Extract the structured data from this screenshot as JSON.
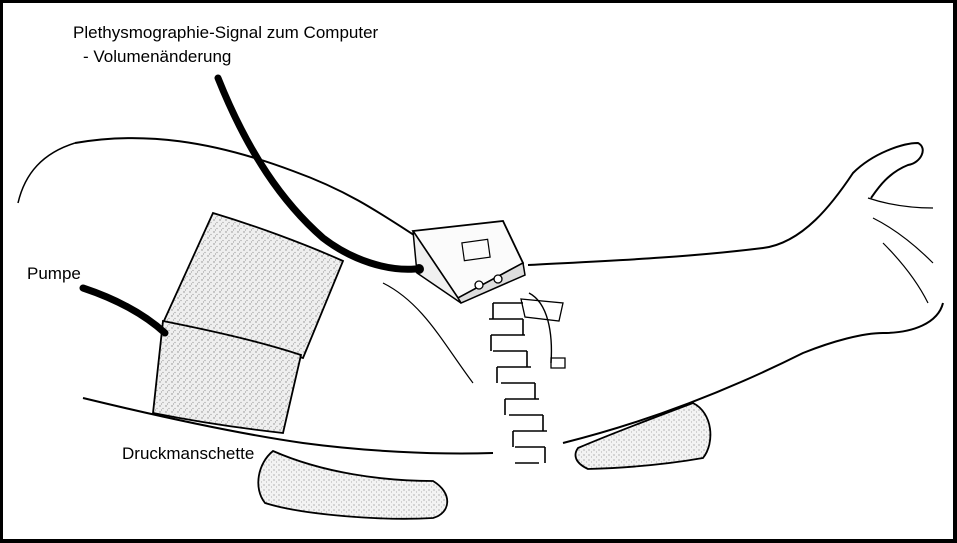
{
  "labels": {
    "signal_line1": "Plethysmographie-Signal zum Computer",
    "signal_line2": "- Volumenänderung",
    "pump": "Pumpe",
    "cuff": "Druckmanschette"
  },
  "colors": {
    "ink": "#000000",
    "paper": "#ffffff",
    "stipple": "#d9d9d9",
    "cuff_fill": "#ebebeb"
  }
}
